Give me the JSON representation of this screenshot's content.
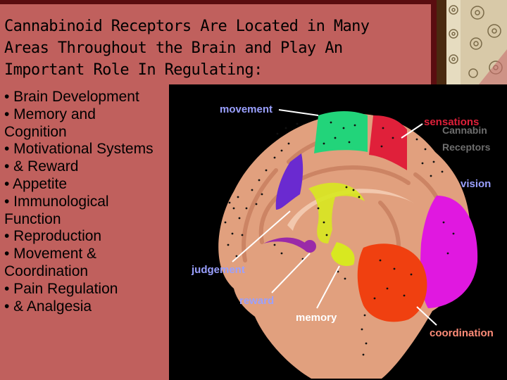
{
  "slide": {
    "title_lines": [
      "Cannabinoid Receptors Are Located in Many",
      "Areas Throughout the Brain and Play An",
      "Important Role In Regulating:"
    ],
    "bullets": [
      "• Brain Development",
      "• Memory and",
      "Cognition",
      "• Motivational Systems",
      "•   & Reward",
      "• Appetite",
      "• Immunological",
      "Function",
      "• Reproduction",
      "• Movement &",
      "Coordination",
      "• Pain Regulation",
      "•  & Analgesia"
    ]
  },
  "brain_diagram": {
    "labels": {
      "movement": "movement",
      "sensations": "sensations",
      "vision": "vision",
      "judgement": "judgement",
      "reward": "reward",
      "memory": "memory",
      "coordination": "coordination",
      "legend_line1": "Cannabin",
      "legend_line2": "Receptors"
    },
    "region_colors": {
      "movement": "#22d47a",
      "sensations": "#e0203a",
      "vision": "#e018e0",
      "judgement": "#6a2ad0",
      "memory": "#d8e820",
      "reward": "#9a2aa8",
      "coordination": "#f04010"
    },
    "label_color": "#9aa0ff",
    "coordination_label_color": "#ff8c78"
  },
  "colors": {
    "background": "#c0605d",
    "frame": "#5a0d10"
  }
}
